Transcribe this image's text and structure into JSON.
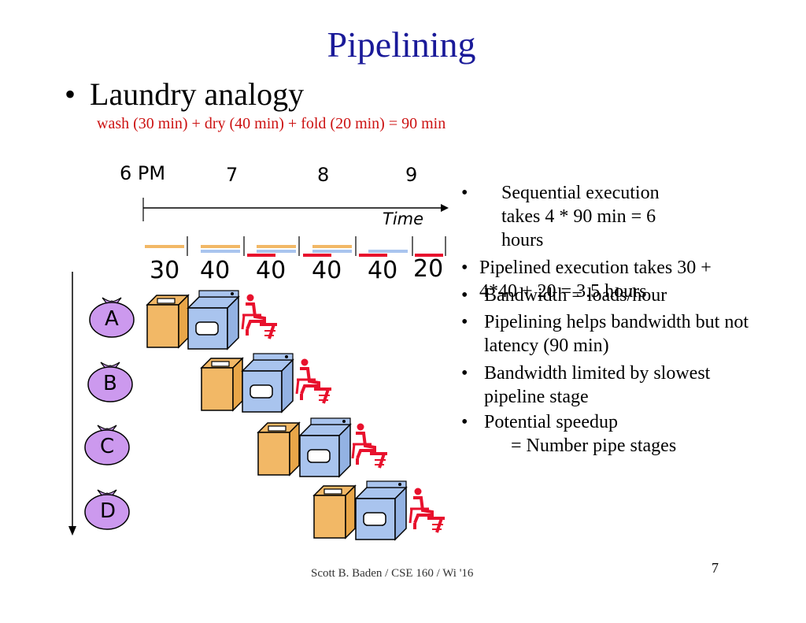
{
  "title": "Pipelining",
  "bullet_main": "Laundry analogy",
  "formula": "wash (30 min) + dry (40 min) + fold (20 min) = 90  min",
  "timeline": {
    "hours": [
      "6 PM",
      "7",
      "8",
      "9"
    ],
    "axis_label": "Time",
    "durations": [
      "30",
      "40",
      "40",
      "40",
      "40",
      "20"
    ]
  },
  "loads": [
    "A",
    "B",
    "C",
    "D"
  ],
  "right_bullets": {
    "b1": "Sequential execution takes  4 * 90 min = 6 hours",
    "b2": "Pipelined execution takes 30 + 4*40 + 20 = 3.5 hours",
    "b3": "Bandwidth = loads/hour",
    "b4": "Pipelining helps bandwidth but not latency (90 min)",
    "b5": "Bandwidth limited by slowest pipeline stage",
    "b6": "Potential speedup",
    "b6_sub": "= Number pipe stages"
  },
  "footer": "Scott B. Baden / CSE 160 / Wi '16",
  "page_number": "7",
  "colors": {
    "title": "#1a1a99",
    "formula": "#cc1111",
    "washer": "#f2b866",
    "dryer": "#a9c4ee",
    "folder": "#e8112d",
    "bag": "#cc99ee"
  }
}
